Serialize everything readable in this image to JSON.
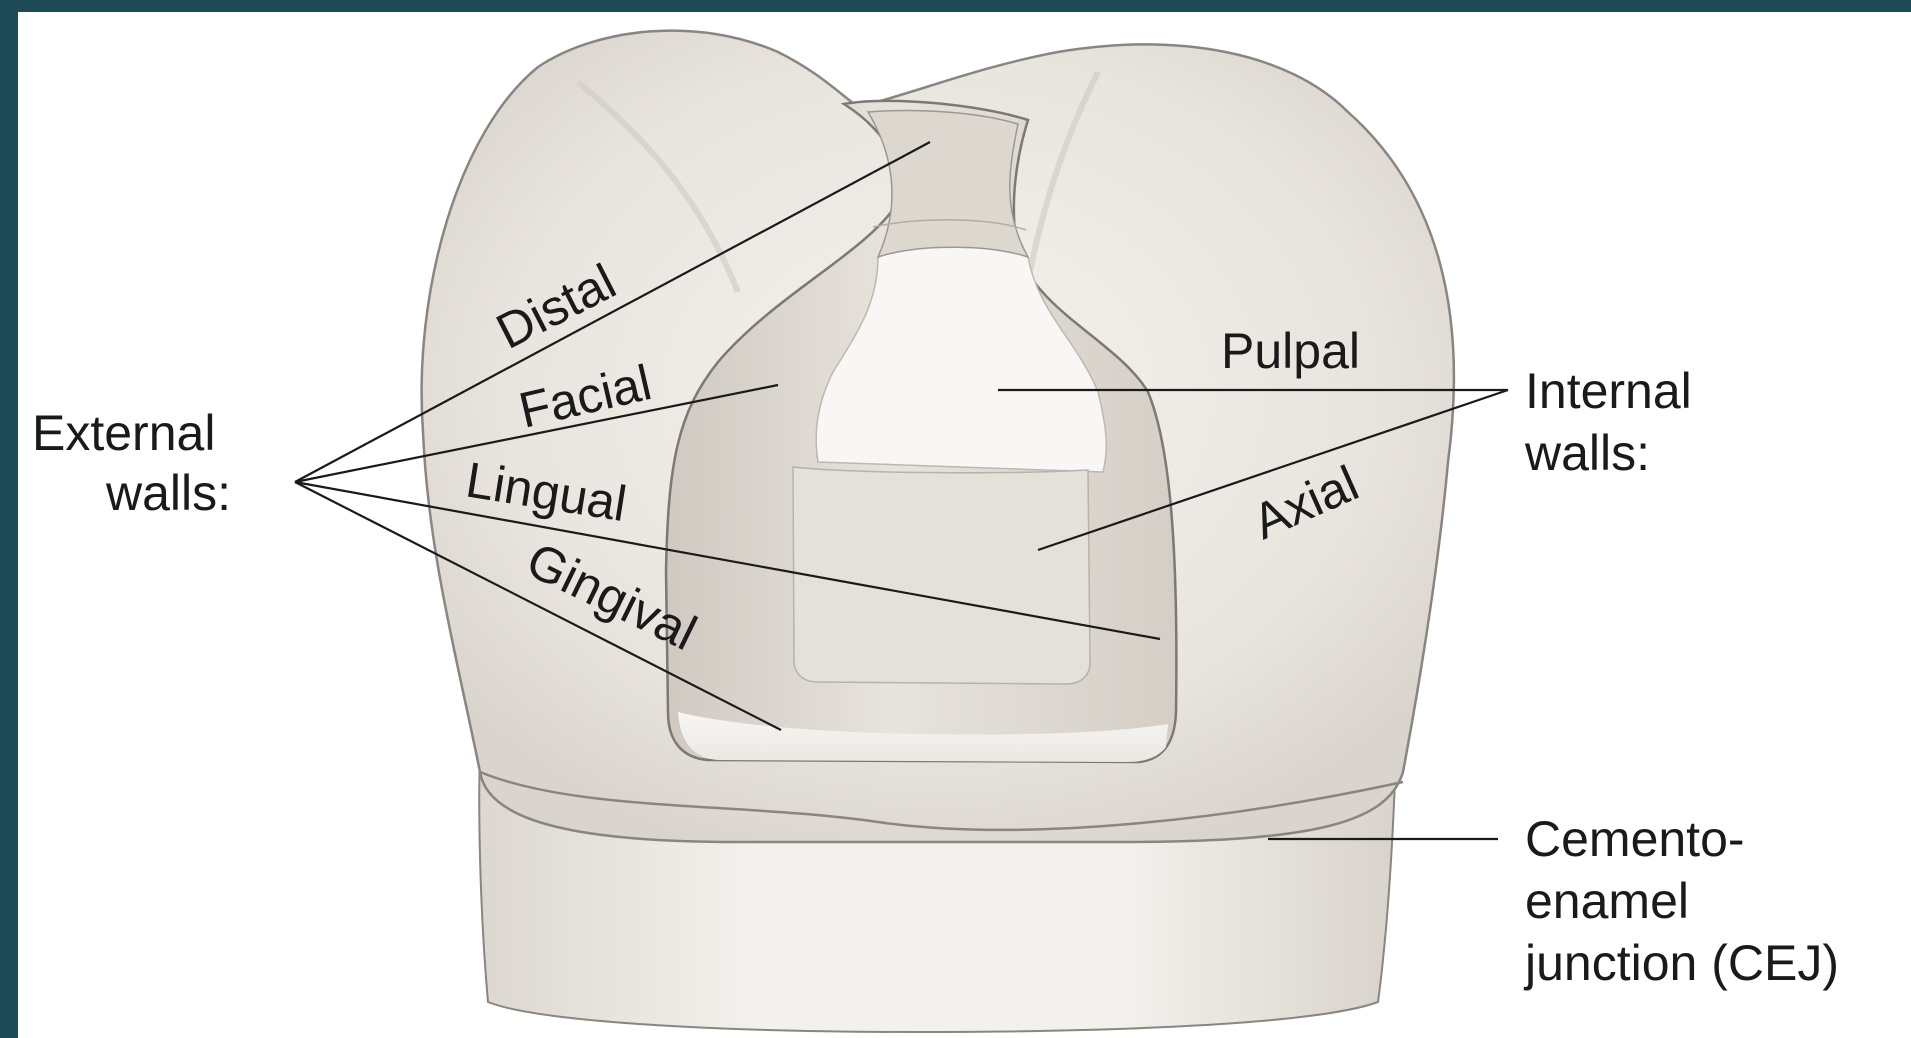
{
  "labels": {
    "external_line1": "External",
    "external_line2": "walls:",
    "distal": "Distal",
    "facial": "Facial",
    "lingual": "Lingual",
    "gingival": "Gingival",
    "pulpal": "Pulpal",
    "axial": "Axial",
    "internal_line1": "Internal",
    "internal_line2": "walls:",
    "cej_line1": "Cemento-",
    "cej_line2": "enamel",
    "cej_line3": "junction (CEJ)"
  },
  "colors": {
    "background_border": "#1f4b56",
    "canvas": "#ffffff",
    "tooth": "#e9e5df",
    "outline": "#8a8580",
    "leader_line": "#1a1a1a"
  }
}
